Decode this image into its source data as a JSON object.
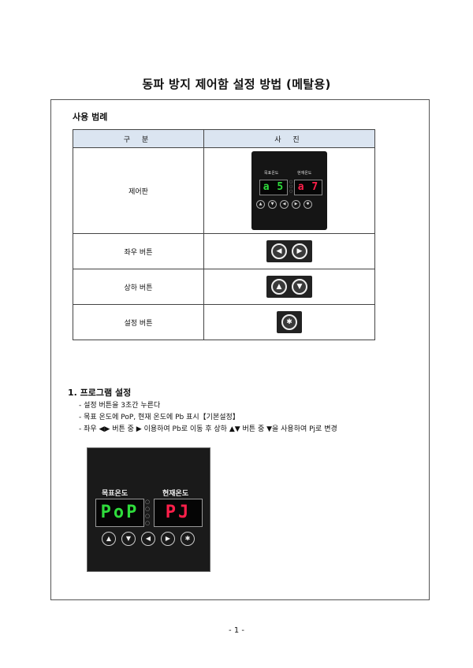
{
  "title": "동파 방지 제어함 설정 방법 (메탈용)",
  "usage": {
    "heading": "사용 범례",
    "col_category": "구 분",
    "col_photo": "사 진",
    "rows": [
      {
        "label": "제어판"
      },
      {
        "label": "좌우 버튼",
        "icons": [
          "◀",
          "▶"
        ]
      },
      {
        "label": "상하 버튼",
        "icons": [
          "▲",
          "▼"
        ]
      },
      {
        "label": "설정 버튼",
        "icons": [
          "✱"
        ]
      }
    ],
    "panel_small": {
      "target_label": "목표온도",
      "current_label": "현재온도",
      "target_value": "a 5",
      "current_value": "a 7"
    }
  },
  "section1": {
    "heading": "1. 프로그램 설정",
    "steps": [
      "- 설정 버튼을 3초간 누른다",
      "- 목표 온도에 PoP, 현재 온도에 Pb 표시【기본설정】",
      "- 좌우 ◀▶ 버튼 중 ▶ 이용하여 Pb로 이동 후 상하 ▲▼ 버튼 중 ▼을 사용하여 Pj로 변경"
    ],
    "panel": {
      "target_label": "목표온도",
      "current_label": "현재온도",
      "target_value": "PoP",
      "current_value": "PJ"
    }
  },
  "page_number": "- 1 -",
  "colors": {
    "green_led": "#2fdc3c",
    "red_led": "#ff1f4a",
    "table_header": "#dbe5f1"
  }
}
